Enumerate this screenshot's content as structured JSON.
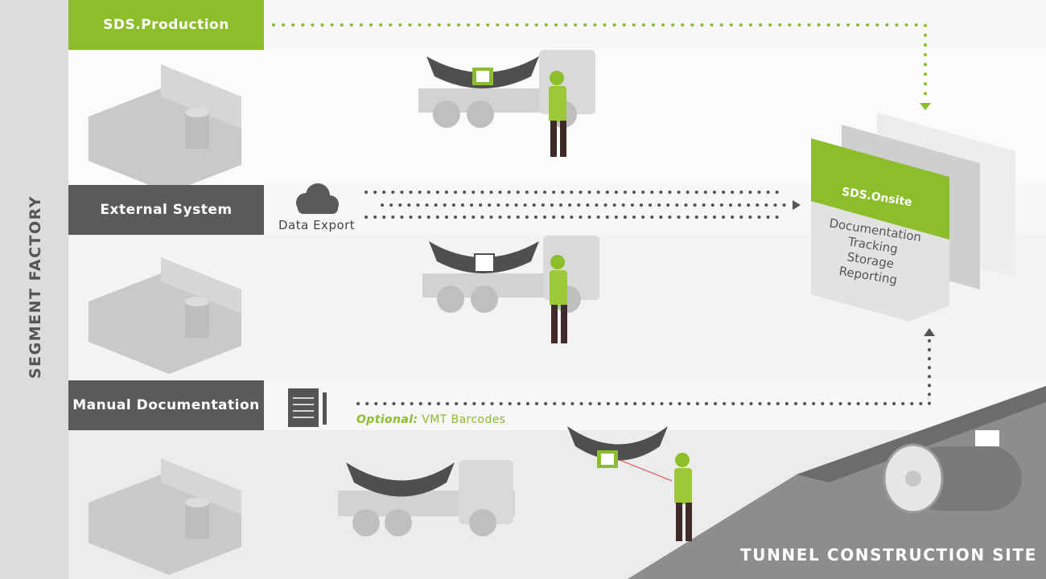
{
  "side_label": "SEGMENT FACTORY",
  "bands": {
    "production": "SDS.Production",
    "external": "External System",
    "manual": "Manual Documentation"
  },
  "data_export": "Data Export",
  "optional": {
    "prefix": "Optional:",
    "text": " VMT Barcodes"
  },
  "onsite": {
    "title": "SDS.Onsite",
    "items": [
      "Documentation",
      "Tracking",
      "Storage",
      "Reporting"
    ]
  },
  "tunnel_label": "TUNNEL CONSTRUCTION SITE",
  "colors": {
    "green": "#8cbd2b",
    "dark": "#5a5a5a",
    "light": "#d7d7d7"
  }
}
